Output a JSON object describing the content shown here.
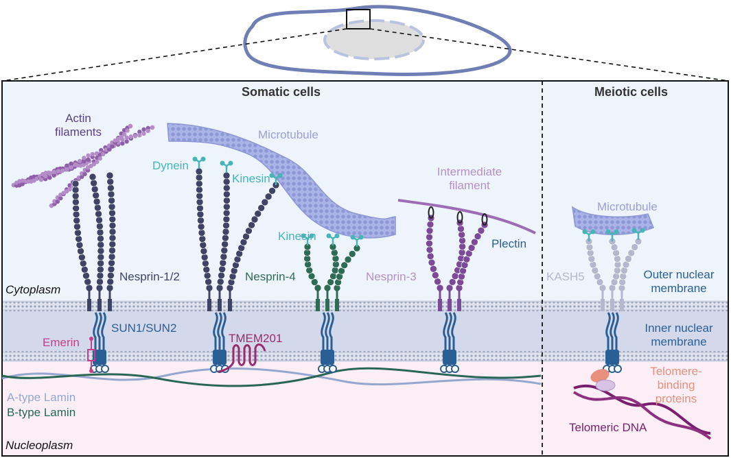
{
  "headers": {
    "somatic": "Somatic cells",
    "meiotic": "Meiotic cells"
  },
  "compartments": {
    "cytoplasm": "Cytoplasm",
    "nucleoplasm": "Nucleoplasm"
  },
  "labels": {
    "actin": "Actin filaments",
    "microtubule_somatic": "Microtubule",
    "dynein": "Dynein",
    "kinesin_1": "Kinesin",
    "kinesin_2": "Kinesin",
    "intermediate": "Intermediate filament",
    "plectin": "Plectin",
    "nesprin12": "Nesprin-1/2",
    "nesprin4": "Nesprin-4",
    "nesprin3": "Nesprin-3",
    "sun": "SUN1/SUN2",
    "emerin": "Emerin",
    "tmem201": "TMEM201",
    "a_lamin": "A-type Lamin",
    "b_lamin": "B-type Lamin",
    "microtubule_meiotic": "Microtubule",
    "kash5": "KASH5",
    "outer_membrane": "Outer nuclear membrane",
    "inner_membrane": "Inner nuclear membrane",
    "telomere_proteins": "Telomere-binding proteins",
    "telomeric_dna": "Telomeric DNA"
  },
  "colors": {
    "cytoplasm_bg": "#eef4fc",
    "perinuclear_band": "#d3d8ea",
    "nucleoplasm_bg": "#fbeff5",
    "actin": "#8e5fa8",
    "actin_label": "#5b3f8a",
    "microtubule": "#9aa3e0",
    "microtubule_label": "#9aa0d8",
    "motor": "#47b5b8",
    "nesprin12": "#3d4466",
    "nesprin4": "#2e6b54",
    "nesprin3": "#7b4a98",
    "nesprin3_label": "#b58fc7",
    "sun": "#2a5f96",
    "emerin": "#c2408c",
    "tmem201": "#9a2b6e",
    "a_lamin": "#95a6cf",
    "b_lamin": "#2a6654",
    "kash5": "#b3b9cc",
    "telomere_dna": "#7a1f6e",
    "telomere_proteins": "#e88f7d",
    "cell_outline": "#6f7fb5"
  }
}
